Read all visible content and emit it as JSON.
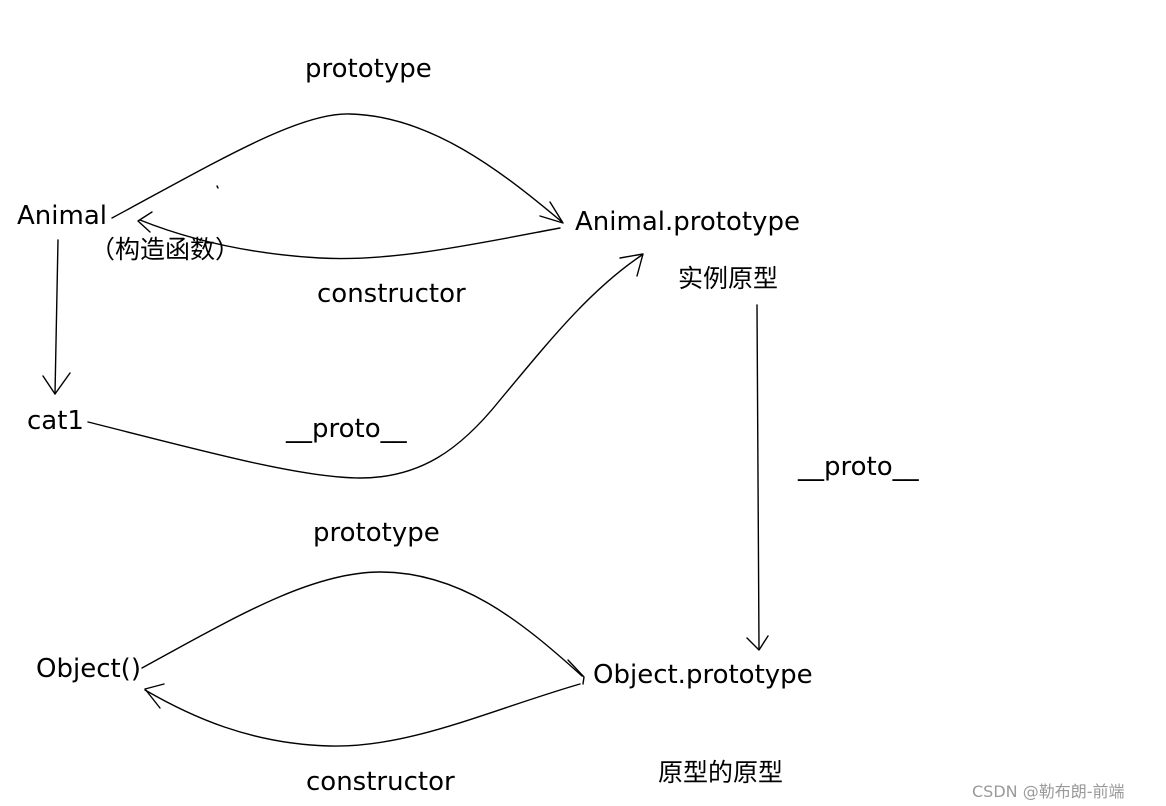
{
  "nodes": {
    "animal": "Animal",
    "animal_note": "（构造函数）",
    "animal_prototype": "Animal.prototype",
    "animal_prototype_note": "实例原型",
    "cat1": "cat1",
    "object_ctor": "Object()",
    "object_prototype": "Object.prototype",
    "object_prototype_note": "原型的原型"
  },
  "edges": {
    "animal_to_prototype": "prototype",
    "prototype_to_animal": "constructor",
    "cat1_to_prototype": "__proto__",
    "prototype_to_object_prototype": "__proto__",
    "object_to_prototype": "prototype",
    "object_prototype_to_object": "constructor"
  },
  "watermark": "CSDN @勒布朗-前端"
}
